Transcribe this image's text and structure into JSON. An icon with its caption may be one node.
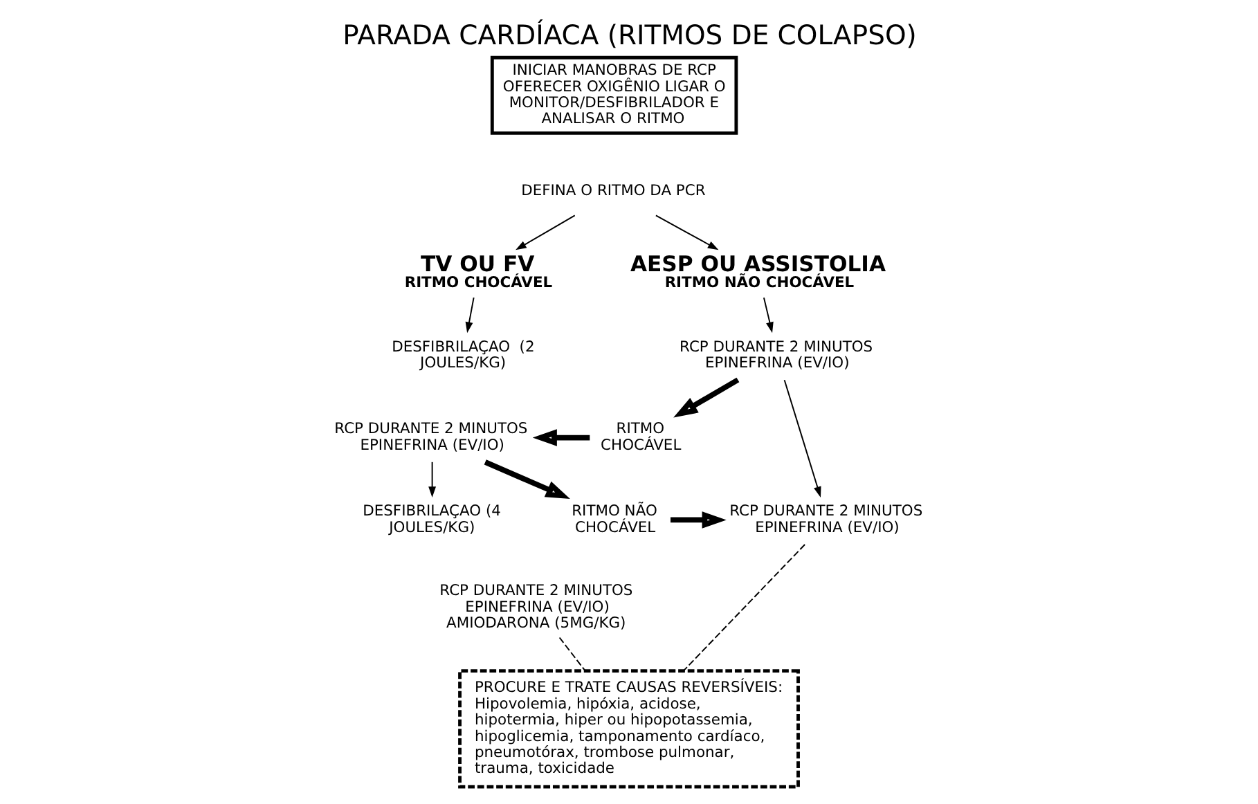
{
  "diagram": {
    "title": "PARADA CARDÍACA (RITMOS DE COLAPSO)",
    "nodes": [
      {
        "text": [
          "INICIAR MANOBRAS DE RCP OFERECER OXIGÊNIO LIGAR O MONITOR/DESFIBRILADOR E ANALISAR O RITMO"
        ]
      },
      {
        "text": [
          "DEFINA O RITMO DA PCR"
        ]
      },
      {
        "text": [
          "TV OU FV",
          "RITMO CHOCÁVEL"
        ]
      },
      {
        "text": [
          "AESP OU ASSISTOLIA",
          "RITMO NÃO CHOCÁVEL"
        ]
      },
      {
        "text": [
          "DESFIBRILAÇAO  (2 JOULES/KG)"
        ]
      },
      {
        "text": [
          "RCP DURANTE 2 MINUTOS EPINEFRINA (EV/IO)"
        ]
      },
      {
        "text": [
          "DESFIBRILAÇAO (4 JOULES/KG)"
        ]
      },
      {
        "text": [
          "RCP DURANTE 2 MINUTOS EPINEFRINA (EV/IO) AMIODARONA (5MG/KG)"
        ]
      },
      {
        "text": [
          "RITMO CHOCÁVEL"
        ]
      },
      {
        "text": [
          "RITMO NÃO CHOCÁVEL"
        ]
      },
      {
        "text": [
          "RCP DURANTE 2 MINUTOS EPINEFRINA (EV/IO)"
        ]
      },
      {
        "text": [
          "RCP DURANTE 2 MINUTOS EPINEFRINA (EV/IO)"
        ]
      },
      {
        "text": [
          "PROCURE E TRATE CAUSAS REVERSÍVEIS:",
          "Hipovolemia, hipóxia, acidose, hipotermia, hiper ou hipopotassemia, hipoglicemia, tamponamento cardíaco, pneumotórax, trombose pulmonar, trauma, toxicidade"
        ]
      }
    ],
    "edges": [
      {
        "from": 1,
        "to": 2,
        "arrow": "to"
      },
      {
        "from": 1,
        "to": 3,
        "arrow": "to"
      },
      {
        "from": 2,
        "to": 4,
        "arrow": "to"
      },
      {
        "from": 5,
        "to": 6,
        "arrow": "to"
      },
      {
        "from": 3,
        "to": 10,
        "arrow": "to"
      },
      {
        "from": 10,
        "to": 11,
        "arrow": "to"
      },
      {
        "from": 10,
        "to": 8,
        "arrow": "to",
        "style": "thick"
      },
      {
        "from": 8,
        "to": 5,
        "arrow": "to",
        "style": "thick"
      },
      {
        "from": 5,
        "to": 9,
        "arrow": "to",
        "style": "thick"
      },
      {
        "from": 9,
        "to": 11,
        "arrow": "to",
        "style": "thick"
      },
      {
        "from": 7,
        "to": 12,
        "arrow": "none",
        "style": "dashed"
      },
      {
        "from": 11,
        "to": 12,
        "arrow": "none",
        "style": "dashed"
      }
    ]
  }
}
